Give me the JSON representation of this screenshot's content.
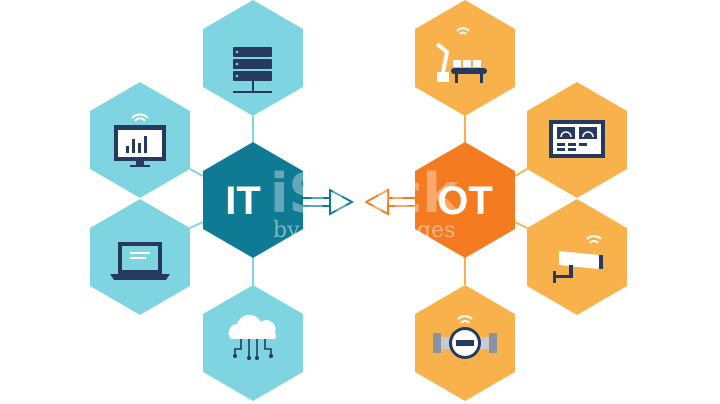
{
  "it_hub": {
    "label": "IT",
    "color": "#0f7a93"
  },
  "ot_hub": {
    "label": "OT",
    "color": "#f47b20"
  },
  "it_satellite_color": "#7fd4e1",
  "ot_satellite_color": "#f9b24b",
  "icon_color": "#253a5e",
  "it_nodes": [
    {
      "icon": "server-rack-icon"
    },
    {
      "icon": "monitor-chart-wifi-icon"
    },
    {
      "icon": "laptop-icon"
    },
    {
      "icon": "cloud-network-icon"
    }
  ],
  "ot_nodes": [
    {
      "icon": "robot-arm-conveyor-icon"
    },
    {
      "icon": "control-panel-gauges-icon"
    },
    {
      "icon": "security-camera-wifi-icon"
    },
    {
      "icon": "smart-meter-wifi-icon"
    }
  ],
  "arrows": [
    "it-to-ot-arrow",
    "ot-to-it-arrow"
  ],
  "watermark": {
    "brand": "iStock",
    "subline": "by Getty Images"
  }
}
